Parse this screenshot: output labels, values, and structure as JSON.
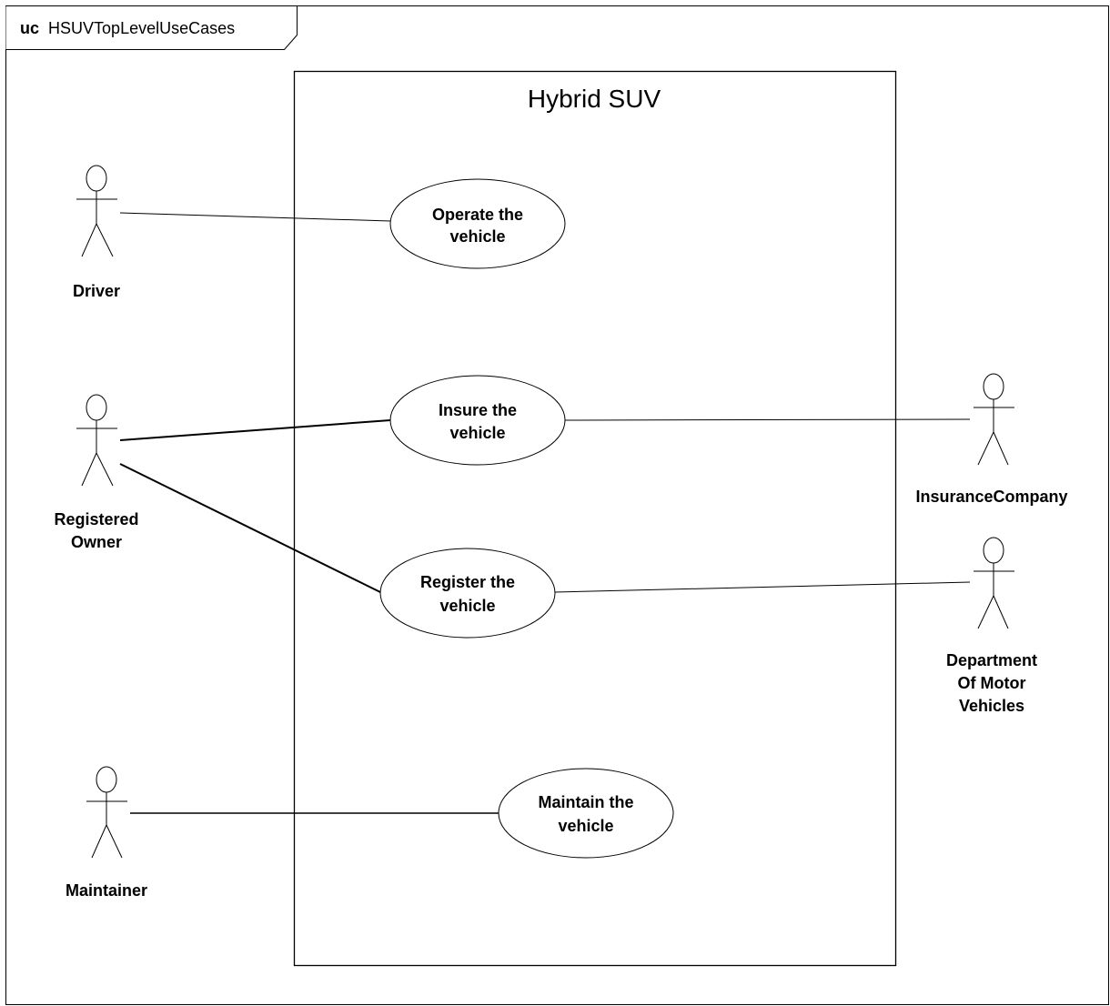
{
  "frame": {
    "kind": "uc",
    "name": "HSUVTopLevelUseCases"
  },
  "system": {
    "name": "Hybrid SUV"
  },
  "actors": {
    "driver": {
      "label_lines": [
        "Driver"
      ]
    },
    "registered_owner": {
      "label_lines": [
        "Registered",
        "Owner"
      ]
    },
    "maintainer": {
      "label_lines": [
        "Maintainer"
      ]
    },
    "insurance_company": {
      "label_lines": [
        "InsuranceCompany"
      ]
    },
    "dmv": {
      "label_lines": [
        "Department",
        "Of Motor",
        "Vehicles"
      ]
    }
  },
  "use_cases": {
    "operate": {
      "label_lines": [
        "Operate the",
        "vehicle"
      ]
    },
    "insure": {
      "label_lines": [
        "Insure the",
        "vehicle"
      ]
    },
    "register": {
      "label_lines": [
        "Register the",
        "vehicle"
      ]
    },
    "maintain": {
      "label_lines": [
        "Maintain the",
        "vehicle"
      ]
    }
  },
  "associations": [
    {
      "actor": "Driver",
      "use_case": "Operate the vehicle"
    },
    {
      "actor": "Registered Owner",
      "use_case": "Insure the vehicle"
    },
    {
      "actor": "Registered Owner",
      "use_case": "Register the vehicle"
    },
    {
      "actor": "InsuranceCompany",
      "use_case": "Insure the vehicle"
    },
    {
      "actor": "Department Of Motor Vehicles",
      "use_case": "Register the vehicle"
    },
    {
      "actor": "Maintainer",
      "use_case": "Maintain the vehicle"
    }
  ],
  "colors": {
    "line": "#000000",
    "background": "#ffffff",
    "text": "#000000"
  }
}
